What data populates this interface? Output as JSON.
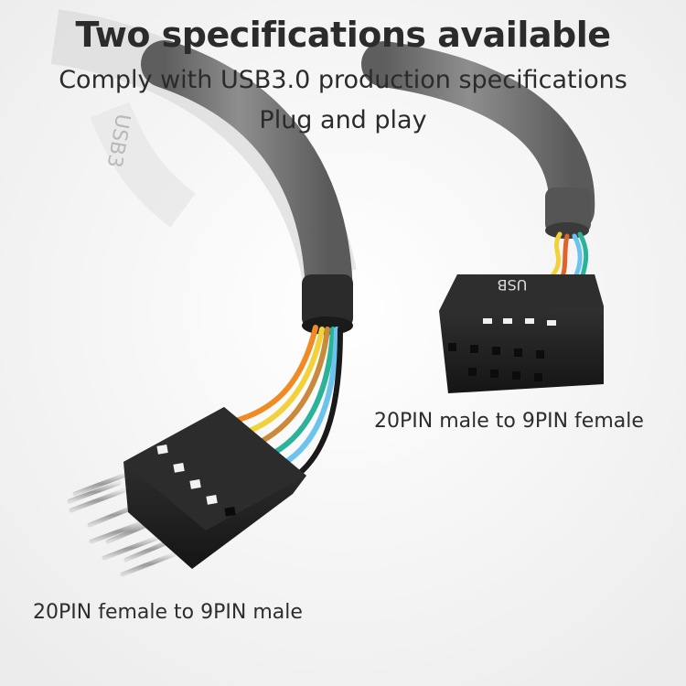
{
  "header": {
    "title": "Two specifications available",
    "subtitle_1": "Comply with USB3.0 production specifications",
    "subtitle_2": "Plug and play"
  },
  "product": {
    "cable_label_print": "USB3",
    "connector_label_print": "USB",
    "female_connector": {
      "caption": "20PIN male to 9PIN female",
      "pin_rows": 2,
      "pins_per_row": 5
    },
    "male_connector": {
      "caption": "20PIN female to 9PIN male",
      "pin_count": 9
    },
    "wire_colors": [
      "#f08a24",
      "#f2d23a",
      "#c98a3c",
      "#2bb39a",
      "#6cc3ee",
      "#1a1a1a",
      "#e0632a"
    ],
    "cable_color": "#7a7a7a",
    "connector_color": "#1f1f1f",
    "background_color": "#f6f6f6"
  }
}
